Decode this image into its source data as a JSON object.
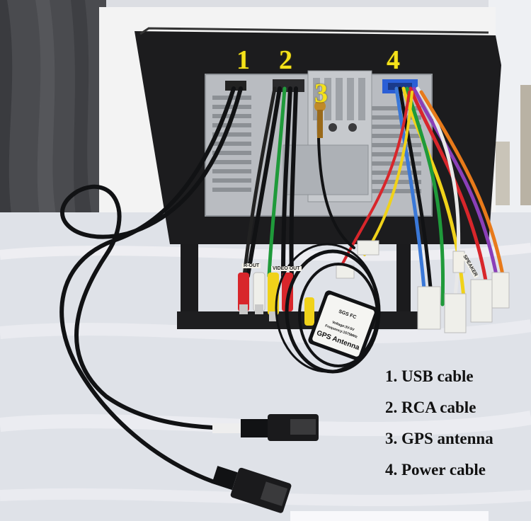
{
  "callouts": [
    {
      "number": "1"
    },
    {
      "number": "2"
    },
    {
      "number": "3"
    },
    {
      "number": "4"
    }
  ],
  "legend": {
    "items": [
      {
        "text": "1. USB cable"
      },
      {
        "text": "2. RCA cable"
      },
      {
        "text": "3. GPS antenna"
      },
      {
        "text": "4. Power cable"
      }
    ]
  },
  "gps_sticker": {
    "title": "GPS Antenna",
    "line1": "Frequency:1575MHz",
    "line2": "Voltage:3V-5V",
    "marks": "SGS FC"
  },
  "connector_labels": {
    "rca_left": "R-OUT",
    "rca_right": "VIDEO OUT",
    "power_tag": "SPEAKER"
  },
  "colors": {
    "callout_yellow": "#f5e21a",
    "bezel": "#1c1c1e",
    "chassis": "#b9bcc1",
    "cable_black": "#111214",
    "wire_green": "#1f9a3a",
    "rca_red": "#d8262b",
    "rca_yellow": "#f0d21a",
    "rca_white": "#efefea"
  }
}
